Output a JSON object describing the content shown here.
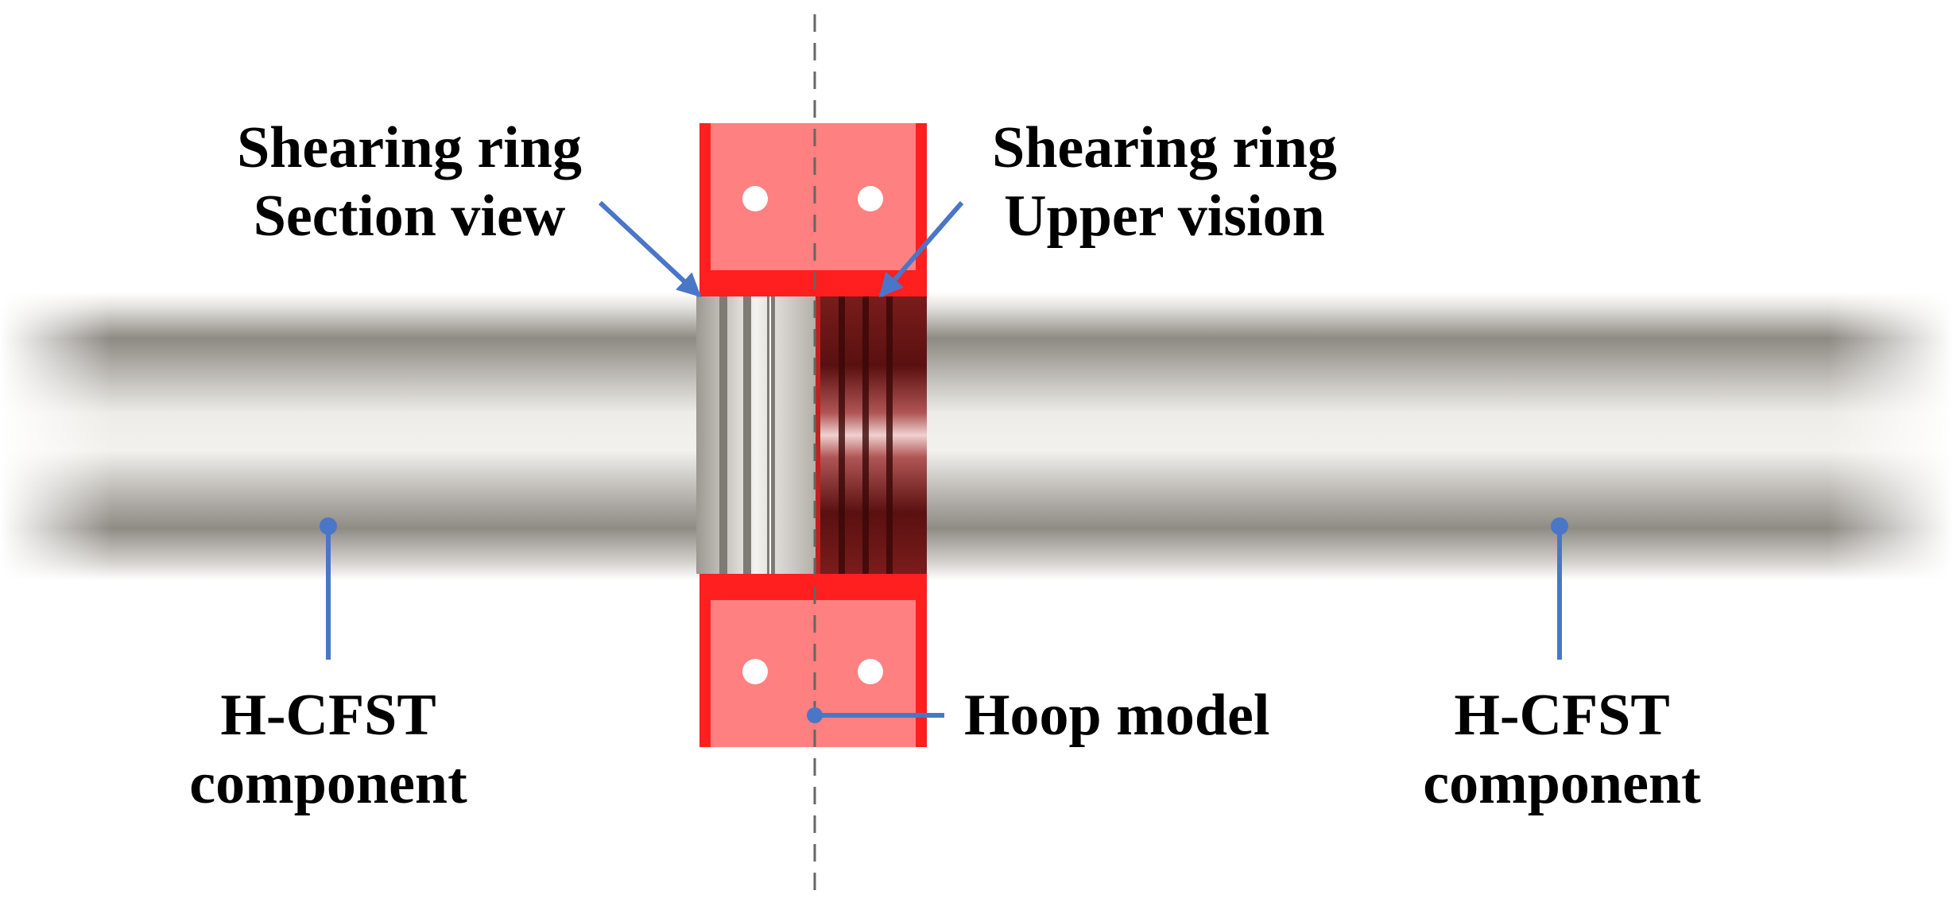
{
  "labels": {
    "shearing_ring_section": {
      "line1": "Shearing ring",
      "line2": "Section view"
    },
    "shearing_ring_upper": {
      "line1": "Shearing ring",
      "line2": "Upper vision"
    },
    "hcfst_left": {
      "line1": "H-CFST",
      "line2": "component"
    },
    "hcfst_right": {
      "line1": "H-CFST",
      "line2": "component"
    },
    "hoop_model": "Hoop model"
  },
  "colors": {
    "hoop_red": "#ff1f1f",
    "hoop_fill": "#ff8080",
    "pointer_blue": "#4a76c8",
    "tube_dark": "#8a8680",
    "tube_light": "#f2f0ec",
    "axis_dash": "#666666"
  },
  "icons": {
    "pointer": "blue-arrow",
    "anchor": "blue-dot"
  }
}
